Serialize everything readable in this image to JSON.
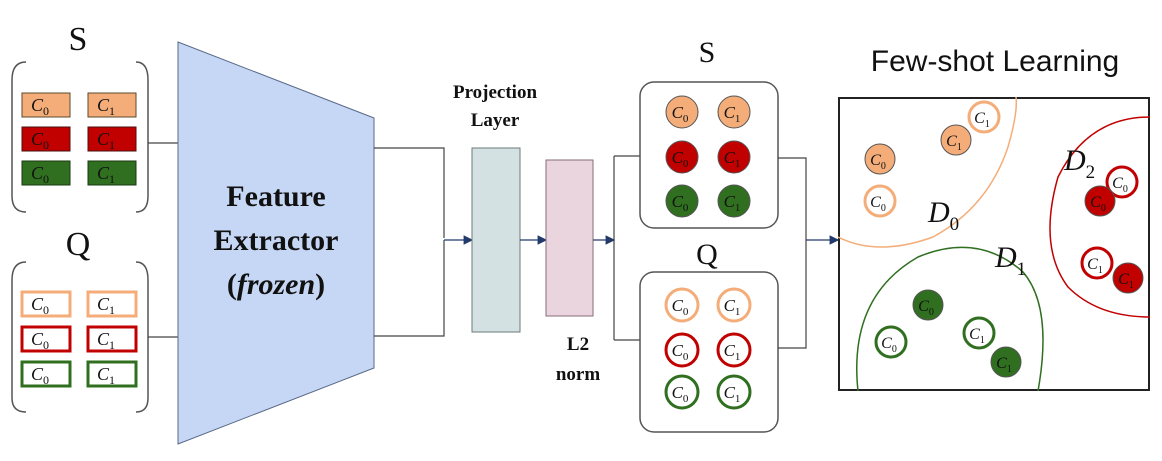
{
  "colors": {
    "orange": "#f4ad79",
    "orange_line": "#f4ad79",
    "red": "#c10000",
    "green": "#2f6f1f",
    "trapezoid": "#c5d7f4",
    "projection": "#d4e1e3",
    "l2norm": "#ead4de",
    "wire": "#444444",
    "arrow": "#223a6b"
  },
  "left_panel": {
    "s_label": "S",
    "q_label": "Q"
  },
  "feature_extractor": {
    "line1": "Feature",
    "line2": "Extractor",
    "line3_open": "(",
    "line3_italic": "frozen",
    "line3_close": ")"
  },
  "projection": {
    "line1": "Projection",
    "line2": "Layer"
  },
  "l2": {
    "line1": "L2",
    "line2": "norm"
  },
  "middle_panel": {
    "s_label": "S",
    "q_label": "Q"
  },
  "few_shot": {
    "title": "Few-shot Learning",
    "d0": "D",
    "d0_sub": "0",
    "d1": "D",
    "d1_sub": "1",
    "d2": "D",
    "d2_sub": "2"
  },
  "class_labels": {
    "c0": "C",
    "c0_sub": "0",
    "c1": "C",
    "c1_sub": "1"
  }
}
